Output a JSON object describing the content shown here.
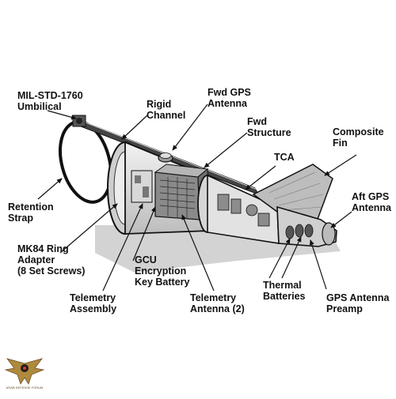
{
  "diagram": {
    "labels": {
      "umbilical": "MIL-STD-1760\nUmbilical",
      "rigid_channel": "Rigid\nChannel",
      "fwd_gps_antenna": "Fwd GPS\nAntenna",
      "fwd_structure": "Fwd\nStructure",
      "composite_fin": "Composite\nFin",
      "tca": "TCA",
      "aft_gps_antenna": "Aft GPS\nAntenna",
      "retention_strap": "Retention\nStrap",
      "mk84_ring_adapter": "MK84 Ring\nAdapter\n(8 Set Screws)",
      "gcu_encryption_key_battery": "GCU\nEncryption\nKey Battery",
      "thermal_batteries": "Thermal\nBatteries",
      "gps_antenna_preamp": "GPS Antenna\nPreamp",
      "telemetry_assembly": "Telemetry\nAssembly",
      "telemetry_antenna": "Telemetry\nAntenna (2)"
    },
    "colors": {
      "ink": "#111111",
      "body_fill": "#e6e6e6",
      "shadow": "#c8c8c8",
      "logo_gold": "#b08a3c"
    }
  },
  "watermark": {
    "icon": "eagle-emblem-icon",
    "text": "ARAB DEFENSE FORUM"
  }
}
